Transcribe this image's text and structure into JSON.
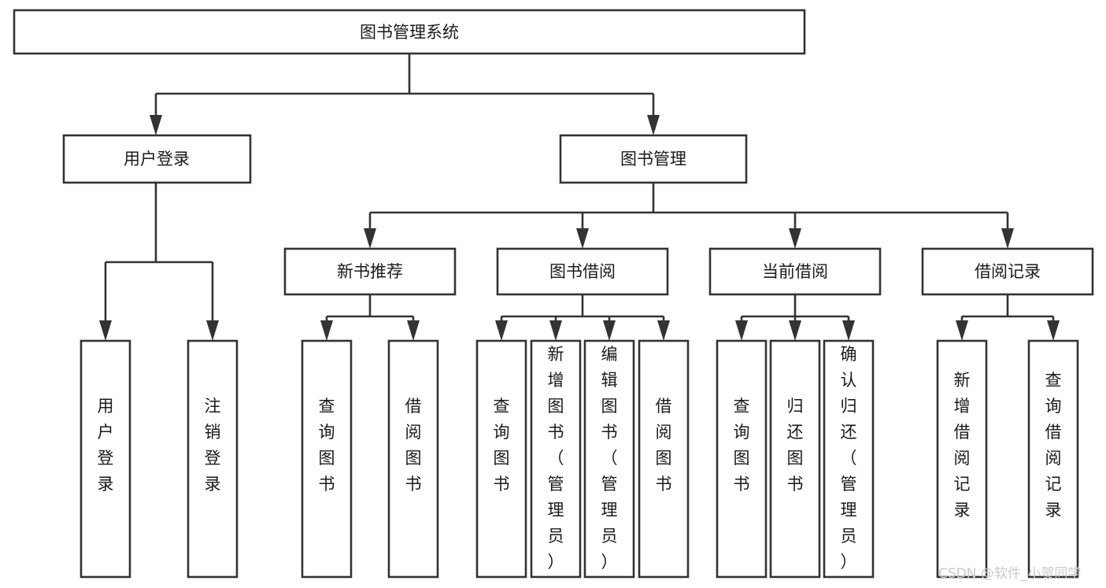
{
  "diagram": {
    "title": "图书管理系统",
    "type": "tree-hierarchy-diagram",
    "colors": {
      "box_stroke": "#333333",
      "box_fill": "#ffffff",
      "text": "#1a1a1a",
      "background": "#ffffff",
      "watermark": "#c9c9c9"
    },
    "levels": {
      "root": "图书管理系统",
      "level2": [
        "用户登录",
        "图书管理"
      ],
      "level3": [
        "新书推荐",
        "图书借阅",
        "当前借阅",
        "借阅记录"
      ]
    },
    "nodes": {
      "root": {
        "label": "图书管理系统",
        "orientation": "horizontal"
      },
      "user_login": {
        "label": "用户登录",
        "orientation": "horizontal"
      },
      "book_manage": {
        "label": "图书管理",
        "orientation": "horizontal"
      },
      "new_book_rec": {
        "label": "新书推荐",
        "orientation": "horizontal"
      },
      "book_borrow": {
        "label": "图书借阅",
        "orientation": "horizontal"
      },
      "current_borrow": {
        "label": "当前借阅",
        "orientation": "horizontal"
      },
      "borrow_record": {
        "label": "借阅记录",
        "orientation": "horizontal"
      },
      "leaf_user_login": {
        "label": "用户登录",
        "orientation": "vertical"
      },
      "leaf_logout": {
        "label": "注销登录",
        "orientation": "vertical"
      },
      "leaf_query_book_1": {
        "label": "查询图书",
        "orientation": "vertical"
      },
      "leaf_borrow_book_1": {
        "label": "借阅图书",
        "orientation": "vertical"
      },
      "leaf_query_book_2": {
        "label": "查询图书",
        "orientation": "vertical"
      },
      "leaf_add_book": {
        "label": "新增图书（管理员）",
        "orientation": "vertical"
      },
      "leaf_edit_book": {
        "label": "编辑图书（管理员）",
        "orientation": "vertical"
      },
      "leaf_borrow_book_2": {
        "label": "借阅图书",
        "orientation": "vertical"
      },
      "leaf_query_book_3": {
        "label": "查询图书",
        "orientation": "vertical"
      },
      "leaf_return_book": {
        "label": "归还图书",
        "orientation": "vertical"
      },
      "leaf_confirm_return": {
        "label": "确认归还（管理员）",
        "orientation": "vertical"
      },
      "leaf_add_record": {
        "label": "新增借阅记录",
        "orientation": "vertical"
      },
      "leaf_query_record": {
        "label": "查询借阅记录",
        "orientation": "vertical"
      }
    }
  },
  "watermark": {
    "text": "CSDN @软件_小贺同学"
  }
}
